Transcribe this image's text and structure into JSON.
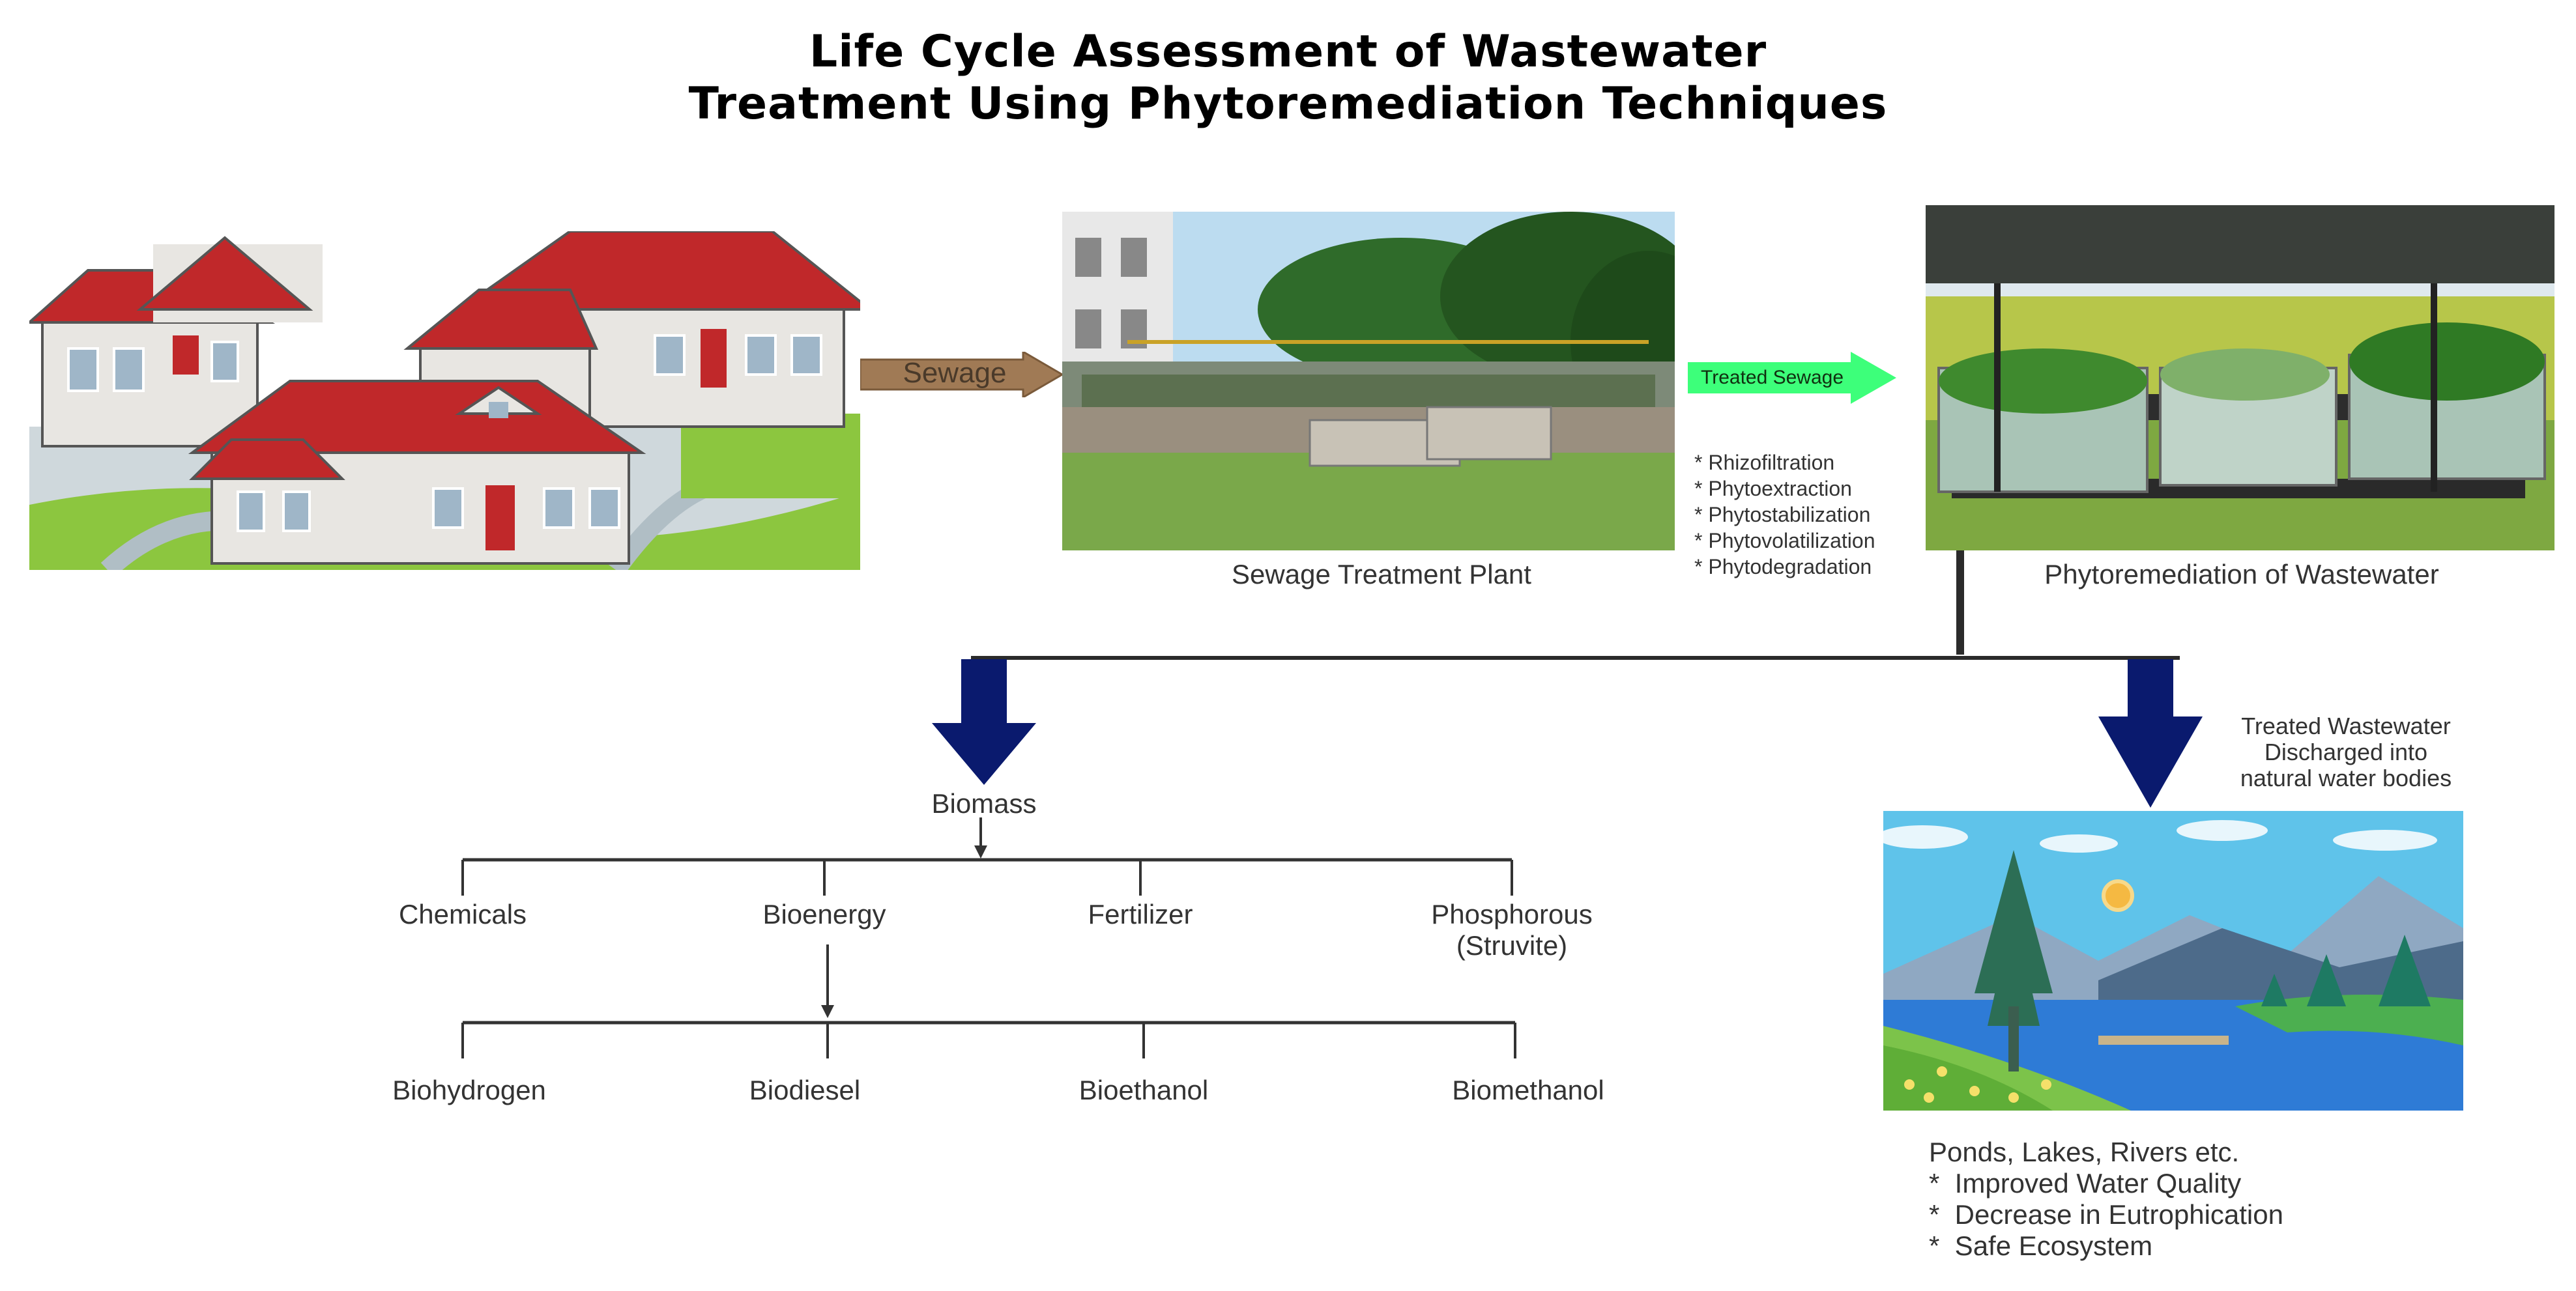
{
  "title": {
    "line1": "Life Cycle Assessment of Wastewater",
    "line2": "Treatment Using Phytoremediation Techniques"
  },
  "arrows": {
    "sewage": "Sewage",
    "treated_sewage": "Treated Sewage"
  },
  "stages": {
    "treatment_plant": "Sewage Treatment Plant",
    "phytoremediation": "Phytoremediation of Wastewater"
  },
  "techniques": [
    "* Rhizofiltration",
    "* Phytoextraction",
    "* Phytostabilization",
    "* Phytovolatilization",
    "* Phytodegradation"
  ],
  "biomass": {
    "label": "Biomass",
    "products": [
      "Chemicals",
      "Bioenergy",
      "Fertilizer",
      "Phosphorous",
      "(Struvite)"
    ],
    "bioenergy_products": [
      "Biohydrogen",
      "Biodiesel",
      "Bioethanol",
      "Biomethanol"
    ]
  },
  "discharge": {
    "line1": "Treated Wastewater",
    "line2": "Discharged into",
    "line3": "natural water bodies"
  },
  "outcomes": {
    "heading": "Ponds, Lakes, Rivers etc.",
    "items": [
      "*  Improved Water Quality",
      "*  Decrease in Eutrophication",
      "*  Safe Ecosystem"
    ]
  },
  "colors": {
    "arrow_navy": "#0a1a6e",
    "arrow_sewage": "#a07a55",
    "arrow_treated": "#3dff7a",
    "roof": "#c0282a",
    "grass": "#8cc63f"
  },
  "icons": {
    "houses": "houses-illustration",
    "plant": "sewage-treatment-plant-photo",
    "phyto": "phytoremediation-tanks-photo",
    "landscape": "natural-water-landscape-illustration"
  }
}
